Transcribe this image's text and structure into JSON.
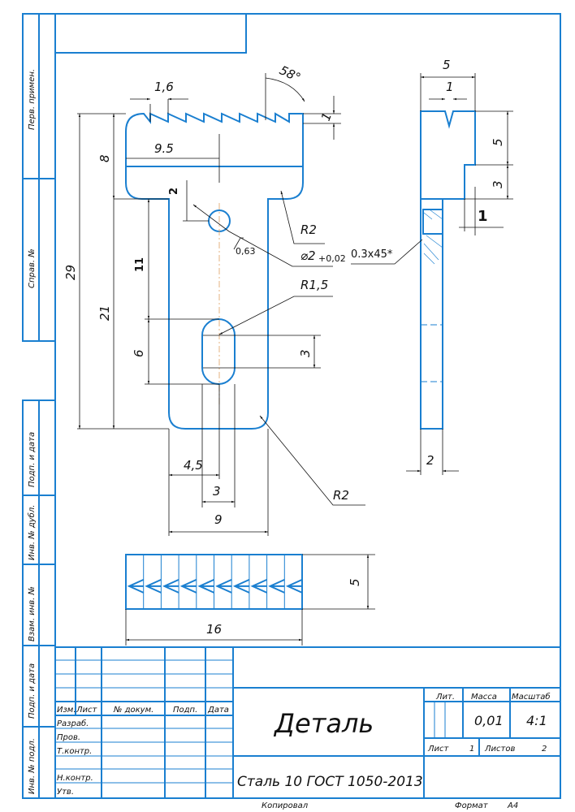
{
  "left_strip": {
    "perv_primen": "Перв. примен.",
    "sprav_no": "Справ. №",
    "podp_data_1": "Подп. и дата",
    "inv_dubl": "Инв. № дубл.",
    "vzam_inv": "Взам. инв. №",
    "podp_data_2": "Подп. и дата",
    "inv_podl": "Инв. № подл."
  },
  "dimensions": {
    "pitch": "1,6",
    "angle": "58°",
    "tooth_height": "1",
    "head_height": "8",
    "total_height": "29",
    "stem_height": "21",
    "head_mid": "9.5",
    "hole_offset": "2",
    "hole_dist": "11",
    "roughness": "0,63",
    "r_head": "R2",
    "hole_dia": "⌀2",
    "hole_tol": "+0,02",
    "r_slot": "R1,5",
    "slot_len": "6",
    "slot_center": "3",
    "slot_offset": "4,5",
    "slot_width": "3",
    "stem_width": "9",
    "r_bottom": "R2",
    "side_width": "5",
    "side_notch": "1",
    "side_top": "5",
    "side_step": "3",
    "side_step_w": "1",
    "chamfer": "0.3x45*",
    "side_thick": "2",
    "bottom_height": "5",
    "bottom_len": "16"
  },
  "title_block": {
    "headers": {
      "izm": "Изм.",
      "list": "Лист",
      "doc_no": "№ докум.",
      "podp": "Подп.",
      "data": "Дата"
    },
    "roles": [
      "Разраб.",
      "Пров.",
      "Т.контр.",
      "",
      "Н.контр.",
      "Утв."
    ],
    "name": "Деталь",
    "material": "Сталь 10  ГОСТ 1050-2013",
    "lit_label": "Лит.",
    "mass_label": "Масса",
    "scale_label": "Масштаб",
    "mass": "0,01",
    "scale": "4:1",
    "sheet_label": "Лист",
    "sheet": "1",
    "sheets_label": "Листов",
    "sheets": "2",
    "copied": "Копировал",
    "format_label": "Формат",
    "format": "А4"
  }
}
